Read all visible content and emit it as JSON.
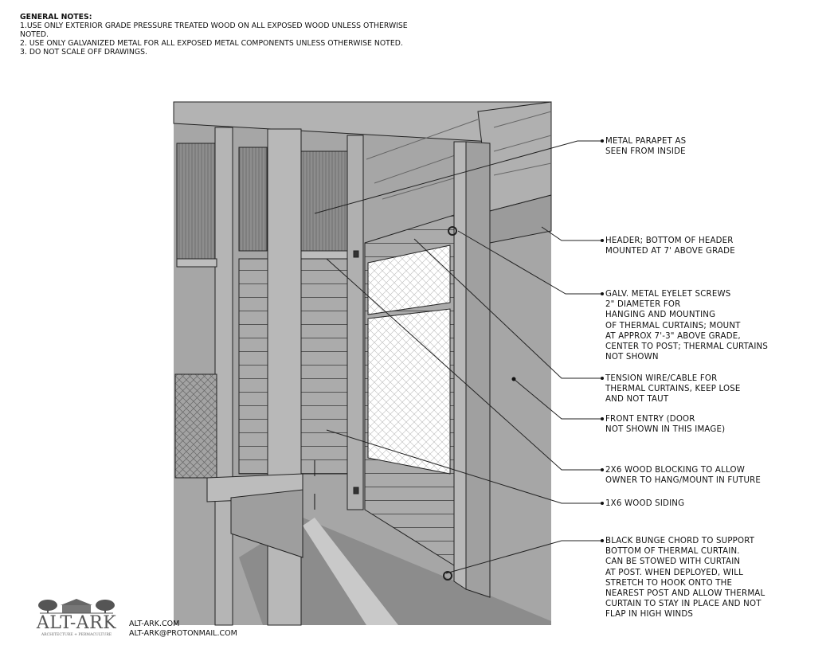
{
  "general_notes": {
    "heading": "GENERAL NOTES:",
    "items": [
      "1.USE ONLY EXTERIOR GRADE PRESSURE TREATED WOOD ON ALL EXPOSED WOOD UNLESS OTHERWISE\nNOTED.",
      "2. USE ONLY GALVANIZED METAL FOR ALL EXPOSED METAL COMPONENTS UNLESS OTHERWISE NOTED.",
      "3. DO NOT SCALE OFF DRAWINGS."
    ]
  },
  "callouts": [
    {
      "text": "METAL PARAPET AS\nSEEN FROM INSIDE"
    },
    {
      "text": "HEADER; BOTTOM OF HEADER\nMOUNTED AT 7' ABOVE GRADE"
    },
    {
      "text": "GALV. METAL EYELET SCREWS\n2\" DIAMETER FOR\nHANGING AND MOUNTING\nOF THERMAL CURTAINS; MOUNT\nAT APPROX 7'-3\" ABOVE GRADE,\nCENTER TO POST; THERMAL CURTAINS\nNOT SHOWN"
    },
    {
      "text": "TENSION WIRE/CABLE FOR\nTHERMAL CURTAINS, KEEP LOSE\nAND NOT TAUT"
    },
    {
      "text": "FRONT ENTRY (DOOR\nNOT SHOWN IN THIS IMAGE)"
    },
    {
      "text": "2X6 WOOD BLOCKING TO ALLOW\nOWNER TO HANG/MOUNT IN FUTURE"
    },
    {
      "text": "1X6 WOOD SIDING"
    },
    {
      "text": "BLACK BUNGE CHORD TO SUPPORT\nBOTTOM OF THERMAL CURTAIN.\nCAN BE STOWED WITH CURTAIN\nAT POST. WHEN DEPLOYED, WILL\nSTRETCH TO HOOK ONTO THE\nNEAREST POST AND ALLOW THERMAL\nCURTAIN TO STAY IN PLACE AND NOT\nFLAP IN HIGH WINDS"
    }
  ],
  "logo": {
    "name": "ALT-ARK",
    "tagline": "ARCHITECTURE + PERMACULTURE"
  },
  "contact": {
    "website": "ALT-ARK.COM",
    "email": "ALT-ARK@PROTONMAIL.COM"
  },
  "colors": {
    "wood": "#a9a9a9",
    "shadow": "#8a8a8a",
    "line": "#222222"
  }
}
